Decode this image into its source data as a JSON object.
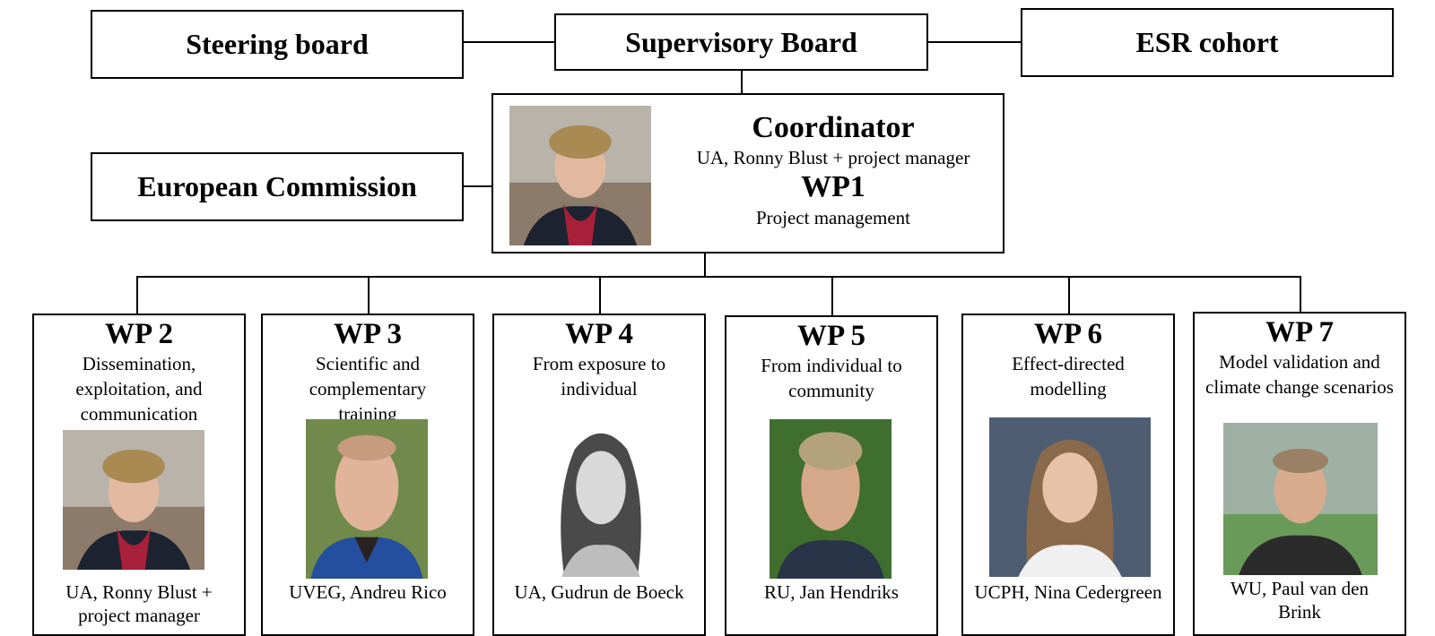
{
  "top": {
    "steering_board": "Steering board",
    "supervisory_board": "Supervisory Board",
    "esr_cohort": "ESR cohort",
    "european_commission": "European Commission"
  },
  "coordinator": {
    "title": "Coordinator",
    "subtitle": "UA, Ronny Blust + project manager",
    "wp_title": "WP1",
    "wp_desc": "Project management",
    "photo_icon": "person-photo"
  },
  "work_packages": [
    {
      "title": "WP 2",
      "desc": "Dissemination, exploitation, and communication",
      "person": "UA, Ronny Blust + project manager"
    },
    {
      "title": "WP 3",
      "desc": "Scientific and complementary training",
      "person": "UVEG, Andreu Rico"
    },
    {
      "title": "WP 4",
      "desc": "From exposure to individual",
      "person": "UA, Gudrun de Boeck"
    },
    {
      "title": "WP 5",
      "desc": "From individual to community",
      "person": "RU, Jan Hendriks"
    },
    {
      "title": "WP 6",
      "desc": "Effect-directed modelling",
      "person": "UCPH, Nina Cedergreen"
    },
    {
      "title": "WP 7",
      "desc": "Model validation and climate change scenarios",
      "person": "WU, Paul van den Brink"
    }
  ]
}
